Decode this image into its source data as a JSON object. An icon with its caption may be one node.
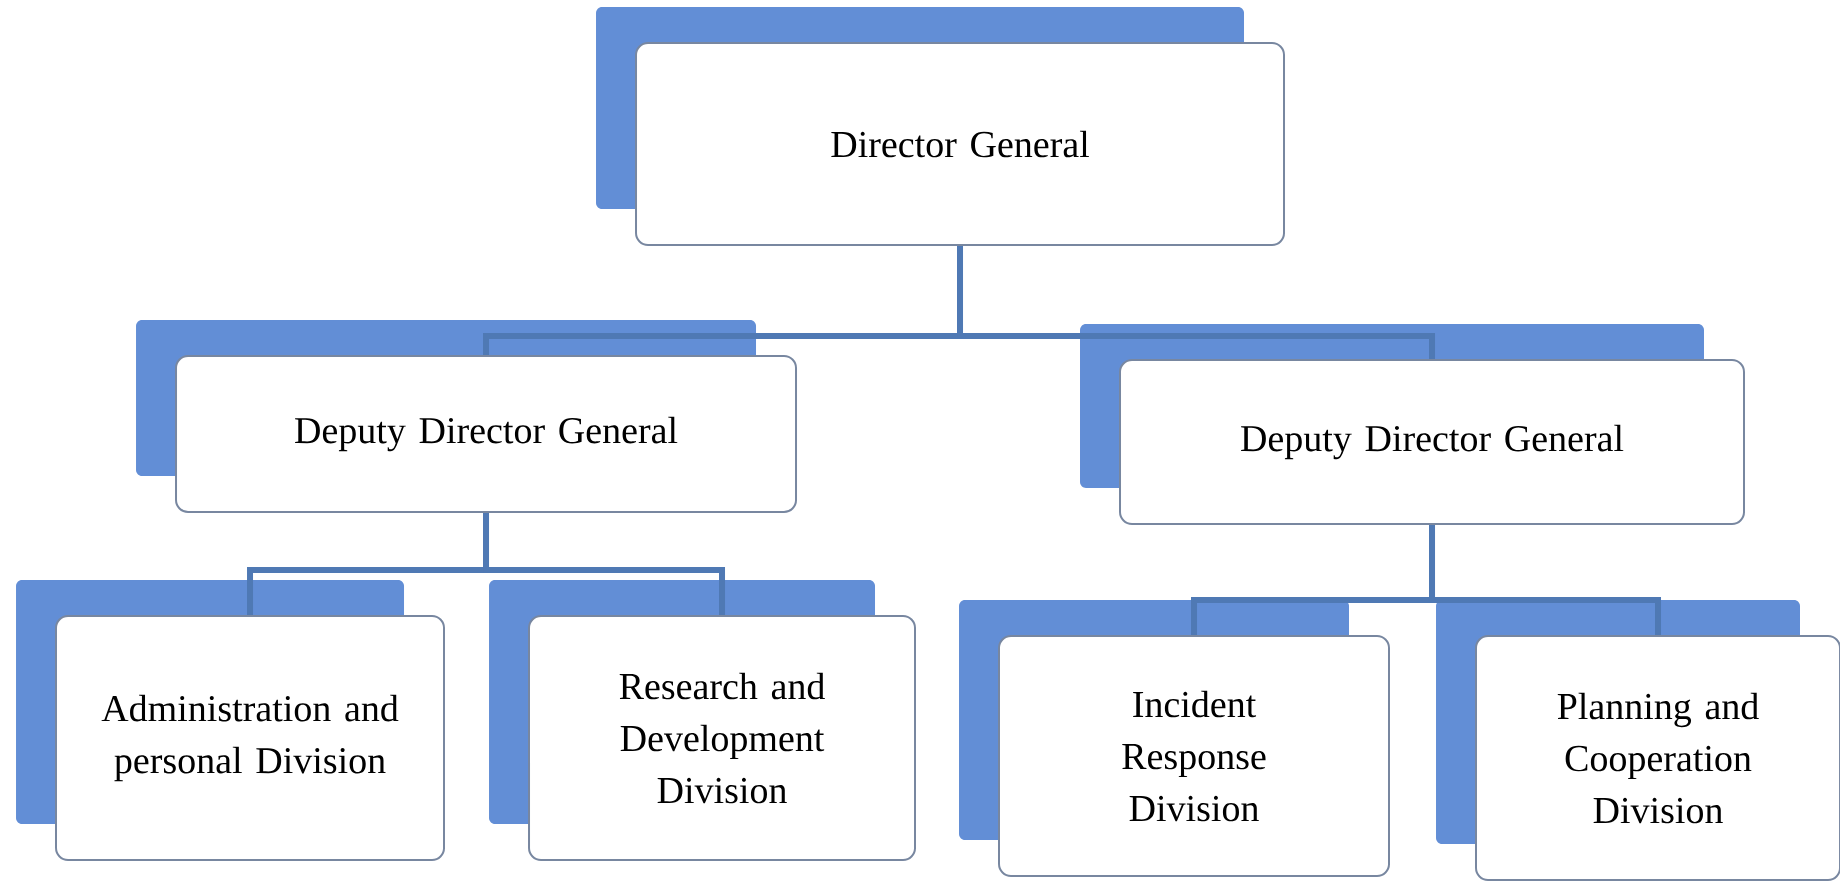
{
  "diagram": {
    "nodes": [
      {
        "text": [
          "Director General"
        ]
      },
      {
        "text": [
          "Deputy Director General"
        ]
      },
      {
        "text": [
          "Deputy Director General"
        ]
      },
      {
        "text": [
          "Administration and personal Division"
        ]
      },
      {
        "text": [
          "Research and Development Division"
        ]
      },
      {
        "text": [
          "Incident Response Division"
        ]
      },
      {
        "text": [
          "Planning and Cooperation Division"
        ]
      }
    ],
    "edges": [
      {
        "from": 0,
        "to": 1,
        "arrow": "none"
      },
      {
        "from": 0,
        "to": 2,
        "arrow": "none"
      },
      {
        "from": 1,
        "to": 3,
        "arrow": "none"
      },
      {
        "from": 1,
        "to": 4,
        "arrow": "none"
      },
      {
        "from": 2,
        "to": 5,
        "arrow": "none"
      },
      {
        "from": 2,
        "to": 6,
        "arrow": "none"
      }
    ]
  }
}
